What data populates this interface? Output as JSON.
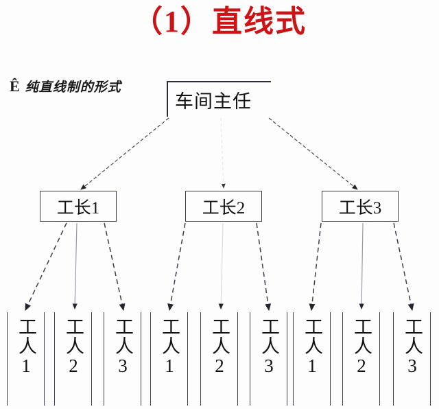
{
  "slide": {
    "title": "（1）直线式",
    "title_color": "#cc1417",
    "subtitle_bullet": "Ê",
    "subtitle_text": "纯直线制的形式",
    "background_color": "#fdfdfe",
    "line_color": "#3a3a46"
  },
  "org_chart": {
    "type": "tree",
    "levels": 3,
    "root": {
      "id": "director",
      "label": "车间主任"
    },
    "foremen": [
      {
        "id": "foreman-1",
        "label": "工长1"
      },
      {
        "id": "foreman-2",
        "label": "工长2"
      },
      {
        "id": "foreman-3",
        "label": "工长3"
      }
    ],
    "workers": [
      {
        "id": "worker-1-1",
        "label": "工人1",
        "parent": "foreman-1"
      },
      {
        "id": "worker-1-2",
        "label": "工人2",
        "parent": "foreman-1"
      },
      {
        "id": "worker-1-3",
        "label": "工人3",
        "parent": "foreman-1"
      },
      {
        "id": "worker-2-1",
        "label": "工人1",
        "parent": "foreman-2"
      },
      {
        "id": "worker-2-2",
        "label": "工人2",
        "parent": "foreman-2"
      },
      {
        "id": "worker-2-3",
        "label": "工人3",
        "parent": "foreman-2"
      },
      {
        "id": "worker-3-1",
        "label": "工人1",
        "parent": "foreman-3"
      },
      {
        "id": "worker-3-2",
        "label": "工人2",
        "parent": "foreman-3"
      },
      {
        "id": "worker-3-3",
        "label": "工人3",
        "parent": "foreman-3"
      }
    ]
  }
}
